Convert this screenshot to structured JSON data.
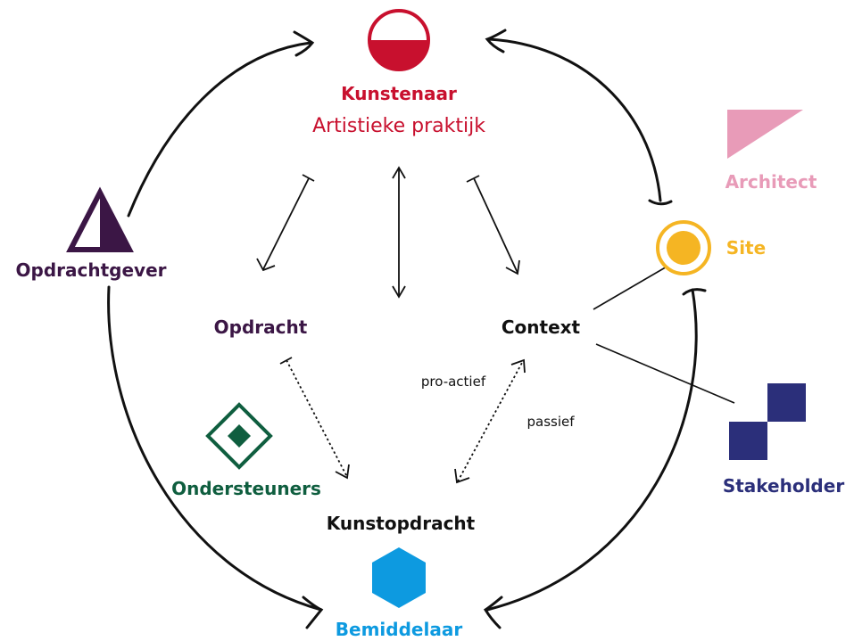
{
  "colors": {
    "kunstenaar": "#c8102e",
    "opdrachtgever": "#3b1645",
    "architect": "#e89bb8",
    "site": "#f5b523",
    "stakeholder": "#2b2f7a",
    "ondersteuners": "#0f5e3f",
    "bemiddelaar": "#0d9ae0",
    "ink": "#111111"
  },
  "actors": {
    "kunstenaar": {
      "title": "Kunstenaar",
      "subtitle": "Artistieke praktijk",
      "icon": "half-circle-icon"
    },
    "opdrachtgever": {
      "label": "Opdrachtgever",
      "icon": "triangle-icon"
    },
    "architect": {
      "label": "Architect",
      "icon": "pink-triangle-icon"
    },
    "site": {
      "label": "Site",
      "icon": "target-circle-icon"
    },
    "stakeholder": {
      "label": "Stakeholder",
      "icon": "checker-squares-icon"
    },
    "ondersteuners": {
      "label": "Ondersteuners",
      "icon": "diamond-icon"
    },
    "bemiddelaar": {
      "label": "Bemiddelaar",
      "icon": "hexagon-icon"
    }
  },
  "nodes": {
    "opdracht": "Opdracht",
    "context": "Context",
    "kunstopdracht": "Kunstopdracht"
  },
  "annotations": {
    "proactief": "pro-actief",
    "passief": "passief"
  }
}
